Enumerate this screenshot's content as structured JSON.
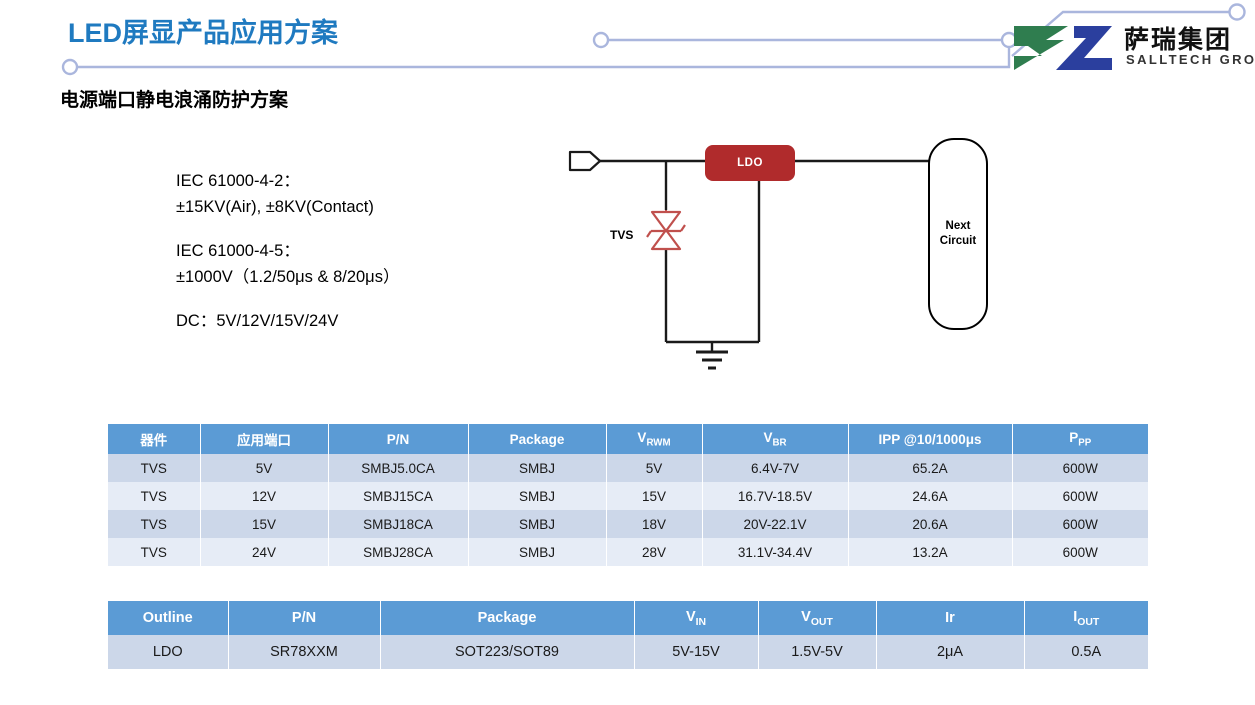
{
  "header": {
    "title": "LED屏显产品应用方案",
    "section_title": "电源端口静电浪涌防护方案",
    "accent_color": "#1f7ac0",
    "line_color": "#aab6dd"
  },
  "logo": {
    "name_cn": "萨瑞集团",
    "name_en": "SALLTECH GROUP",
    "green": "#2f7d4f",
    "blue": "#2b3f9e"
  },
  "spec": {
    "groups": [
      {
        "lines": [
          "IEC 61000-4-2：",
          "±15KV(Air), ±8KV(Contact)"
        ]
      },
      {
        "lines": [
          "IEC 61000-4-5：",
          "±1000V（1.2/50μs & 8/20μs）"
        ]
      },
      {
        "lines": [
          "DC：5V/12V/15V/24V"
        ]
      }
    ]
  },
  "circuit": {
    "ldo_label": "LDO",
    "ldo_color": "#b02b2c",
    "tvs_label": "TVS",
    "tvs_color": "#c0504d",
    "next_circuit_label": "Next\nCircuit",
    "next_circuit_line1": "Next",
    "next_circuit_line2": "Circuit"
  },
  "table_tvs": {
    "header_color": "#5b9bd5",
    "columns": [
      {
        "label": "器件",
        "sub": ""
      },
      {
        "label": "应用端口",
        "sub": ""
      },
      {
        "label": "P/N",
        "sub": ""
      },
      {
        "label": "Package",
        "sub": ""
      },
      {
        "label": "V",
        "sub": "RWM"
      },
      {
        "label": "V",
        "sub": "BR"
      },
      {
        "label": "IPP @10/1000μs",
        "sub": ""
      },
      {
        "label": "P",
        "sub": "PP"
      }
    ],
    "rows": [
      [
        "TVS",
        "5V",
        "SMBJ5.0CA",
        "SMBJ",
        "5V",
        "6.4V-7V",
        "65.2A",
        "600W"
      ],
      [
        "TVS",
        "12V",
        "SMBJ15CA",
        "SMBJ",
        "15V",
        "16.7V-18.5V",
        "24.6A",
        "600W"
      ],
      [
        "TVS",
        "15V",
        "SMBJ18CA",
        "SMBJ",
        "18V",
        "20V-22.1V",
        "20.6A",
        "600W"
      ],
      [
        "TVS",
        "24V",
        "SMBJ28CA",
        "SMBJ",
        "28V",
        "31.1V-34.4V",
        "13.2A",
        "600W"
      ]
    ]
  },
  "table_ldo": {
    "header_color": "#5b9bd5",
    "columns": [
      {
        "label": "Outline",
        "sub": ""
      },
      {
        "label": "P/N",
        "sub": ""
      },
      {
        "label": "Package",
        "sub": ""
      },
      {
        "label": "V",
        "sub": "IN"
      },
      {
        "label": "V",
        "sub": "OUT"
      },
      {
        "label": "Ir",
        "sub": ""
      },
      {
        "label": "I",
        "sub": "OUT"
      }
    ],
    "rows": [
      [
        "LDO",
        "SR78XXM",
        "SOT223/SOT89",
        "5V-15V",
        "1.5V-5V",
        "2μA",
        "0.5A"
      ]
    ]
  }
}
